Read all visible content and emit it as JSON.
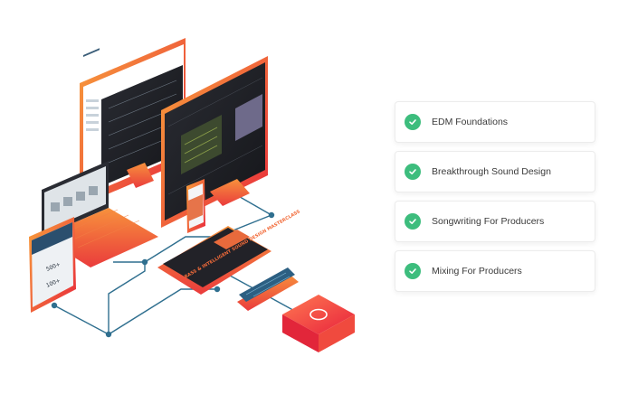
{
  "courses": [
    {
      "label": "EDM Foundations",
      "icon": "check-circle-icon",
      "status": "included"
    },
    {
      "label": "Breakthrough Sound Design",
      "icon": "check-circle-icon",
      "status": "included"
    },
    {
      "label": "Songwriting For Producers",
      "icon": "check-circle-icon",
      "status": "included"
    },
    {
      "label": "Mixing For Producers",
      "icon": "check-circle-icon",
      "status": "included"
    }
  ],
  "colors": {
    "check": "#3dbd7d",
    "brand_orange": "#f26b3a",
    "brand_red": "#e8293b",
    "connector": "#2f6f8f",
    "device_dark": "#1e1e24"
  },
  "illustration": {
    "icon": "devices-illustration-icon",
    "book_cover_text": "BASS & INTELLIGENT SOUND DESIGN MASTERCLASS",
    "phone_badges": [
      "500+",
      "100+"
    ]
  }
}
